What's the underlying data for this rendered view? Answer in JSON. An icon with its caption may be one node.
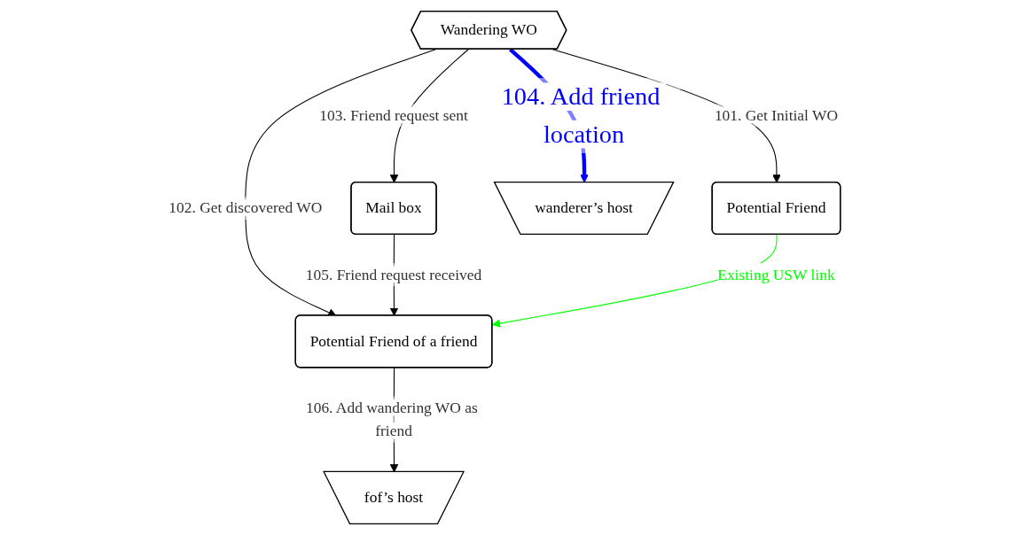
{
  "diagram": {
    "nodes": [
      {
        "text": [
          "Wandering WO"
        ]
      },
      {
        "text": [
          "Mail box"
        ]
      },
      {
        "text": [
          "Potential Friend"
        ]
      },
      {
        "text": [
          "wanderer’s host"
        ]
      },
      {
        "text": [
          "Potential Friend of a friend"
        ]
      },
      {
        "text": [
          "fof’s host"
        ]
      }
    ],
    "edges": [
      {
        "from": 0,
        "to": 1,
        "arrow": "to",
        "label": "103. Friend request sent"
      },
      {
        "from": 0,
        "to": 2,
        "arrow": "to",
        "label": "101. Get Initial WO"
      },
      {
        "from": 0,
        "to": 4,
        "arrow": "to",
        "label": "102. Get discovered WO"
      },
      {
        "from": 0,
        "to": 3,
        "arrow": "to",
        "label": "104. Add friend location",
        "style": "thick",
        "color": "#0000ff"
      },
      {
        "from": 1,
        "to": 4,
        "arrow": "to",
        "label": "105. Friend request received"
      },
      {
        "from": 2,
        "to": 4,
        "arrow": "to",
        "label": "Existing USW link",
        "color": "#00ff00"
      },
      {
        "from": 4,
        "to": 5,
        "arrow": "to",
        "label": "106. Add wandering WO as friend"
      }
    ]
  }
}
